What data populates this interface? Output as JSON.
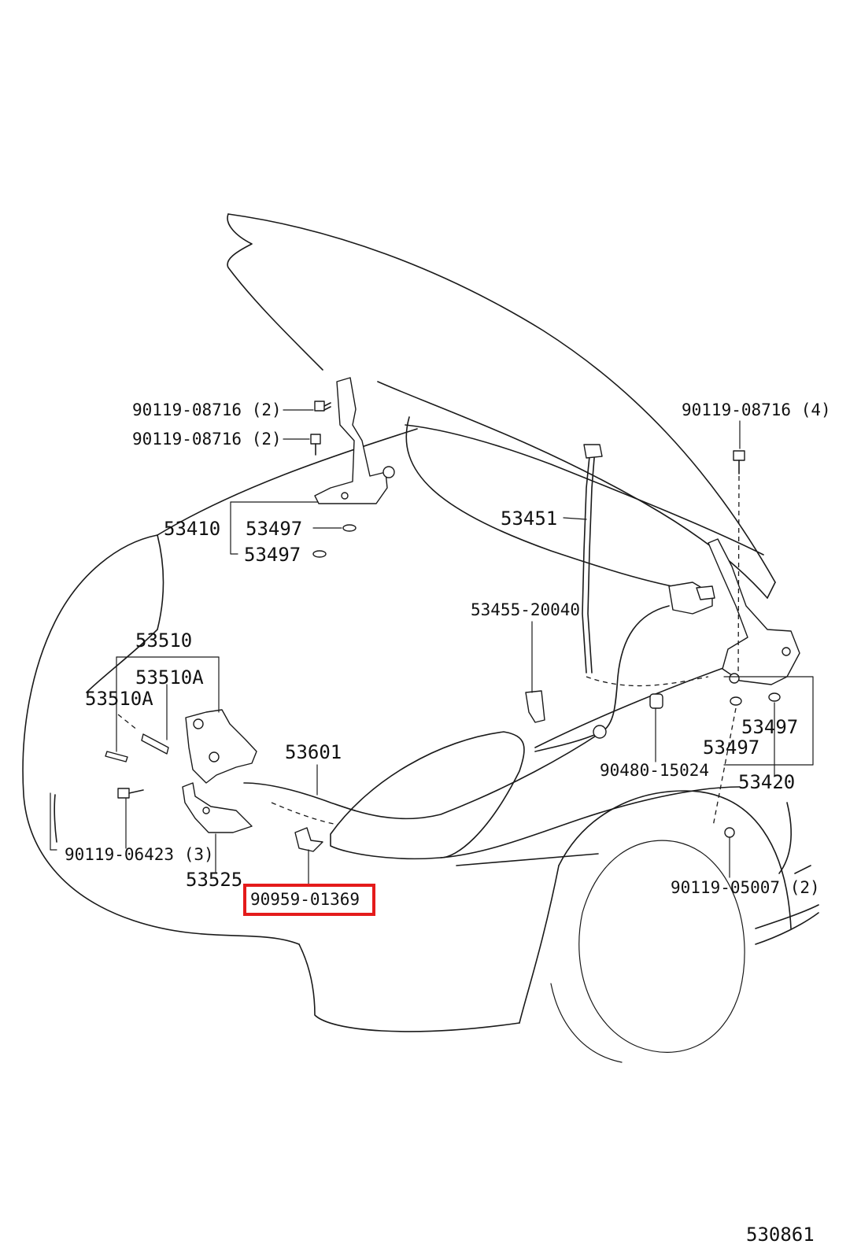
{
  "colors": {
    "ink": "#1a1a1a",
    "highlight": "#e41b1b",
    "background": "#ffffff"
  },
  "labels": {
    "bolt_hinge_upper": "90119-08716 (2)",
    "bolt_hinge_lower": "90119-08716 (2)",
    "bolt_hood_right": "90119-08716 (4)",
    "hinge_left": "53410",
    "hinge_left_washer_a": "53497",
    "hinge_left_washer_b": "53497",
    "support_rod": "53451",
    "rod_holder": "53455-20040",
    "lock_assy": "53510",
    "lock_spring_a": "53510A",
    "lock_spring_b": "53510A",
    "release_cable": "53601",
    "cushion": "90480-15024",
    "hinge_right_washer_a": "53497",
    "hinge_right_washer_b": "53497",
    "hinge_right": "53420",
    "bolt_lock": "90119-06423 (3)",
    "lock_support": "53525",
    "clamp_highlighted": "90959-01369",
    "bolt_fender": "90119-05007 (2)",
    "diagram_code": "530861"
  }
}
